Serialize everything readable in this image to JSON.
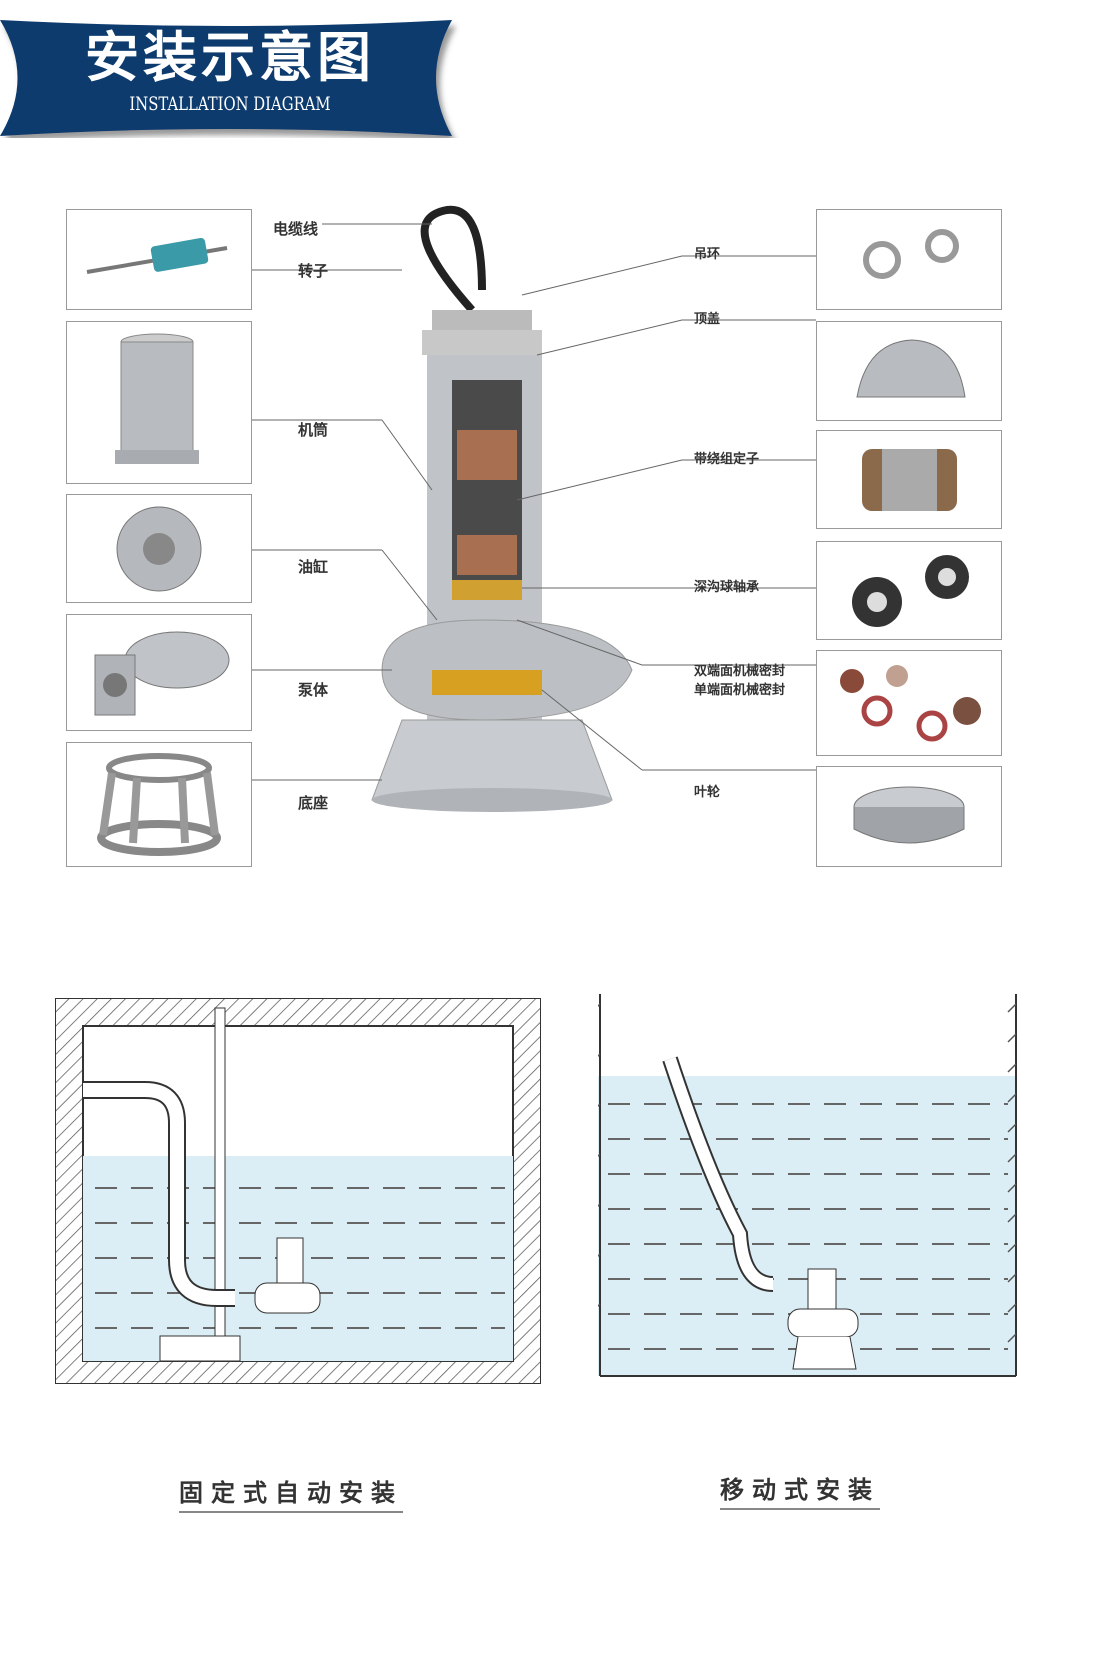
{
  "banner": {
    "title_cn": "安装示意图",
    "title_en": "INSTALLATION DIAGRAM",
    "color": "#0e3a6e"
  },
  "parts_left": [
    {
      "label": "电缆线"
    },
    {
      "label": "转子"
    },
    {
      "label": "机筒"
    },
    {
      "label": "油缸"
    },
    {
      "label": "泵体"
    },
    {
      "label": "底座"
    }
  ],
  "parts_right": [
    {
      "label": "吊环"
    },
    {
      "label": "顶盖"
    },
    {
      "label": "带绕组定子"
    },
    {
      "label": "深沟球轴承"
    },
    {
      "label": "双端面机械密封"
    },
    {
      "label": "单端面机械密封"
    },
    {
      "label": "叶轮"
    }
  ],
  "installs": [
    {
      "caption": "固定式自动安装"
    },
    {
      "caption": "移动式安装"
    }
  ]
}
